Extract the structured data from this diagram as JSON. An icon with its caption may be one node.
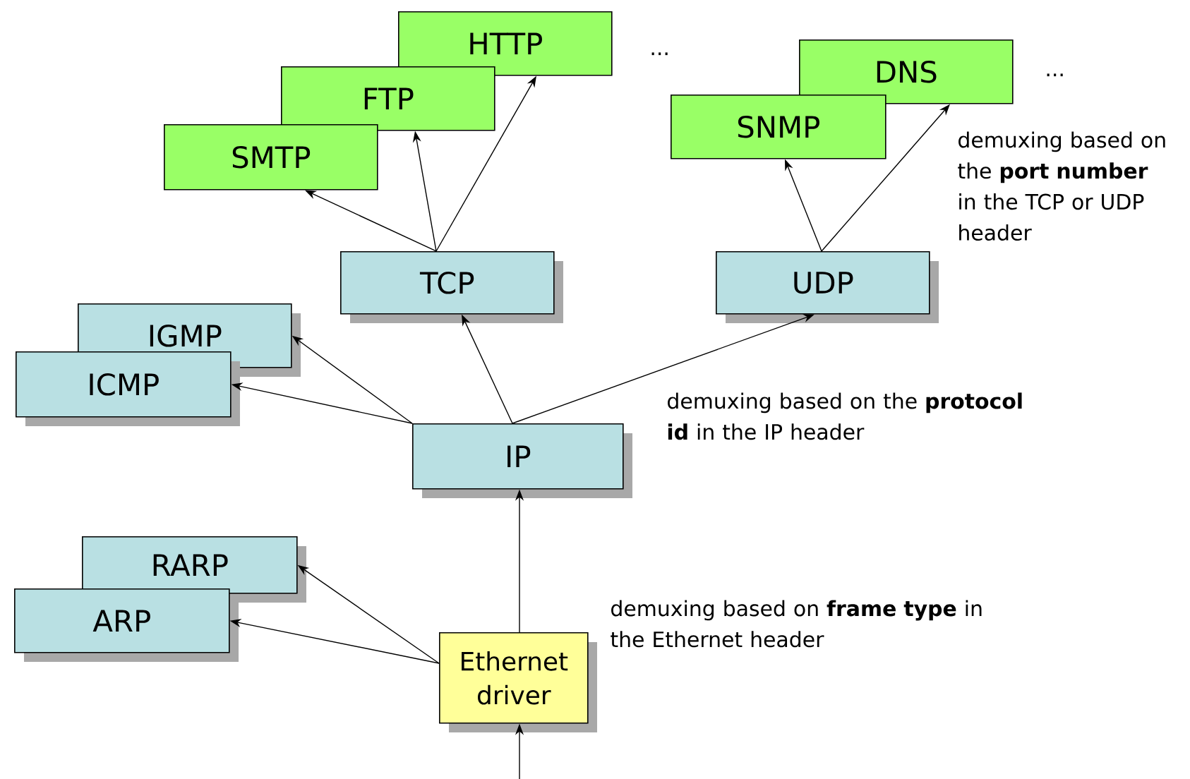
{
  "diagram": {
    "nodes": [
      {
        "text": [
          "HTTP"
        ]
      },
      {
        "text": [
          "FTP"
        ]
      },
      {
        "text": [
          "SMTP"
        ]
      },
      {
        "text": [
          "DNS"
        ]
      },
      {
        "text": [
          "SNMP"
        ]
      },
      {
        "text": [
          "TCP"
        ]
      },
      {
        "text": [
          "UDP"
        ]
      },
      {
        "text": [
          "IGMP"
        ]
      },
      {
        "text": [
          "ICMP"
        ]
      },
      {
        "text": [
          "IP"
        ]
      },
      {
        "text": [
          "RARP"
        ]
      },
      {
        "text": [
          "ARP"
        ]
      },
      {
        "text": [
          "Ethernet driver"
        ]
      }
    ],
    "edges": [
      {
        "from": 5,
        "to": 2,
        "arrow": "to"
      },
      {
        "from": 5,
        "to": 1,
        "arrow": "to"
      },
      {
        "from": 5,
        "to": 0,
        "arrow": "to"
      },
      {
        "from": 6,
        "to": 4,
        "arrow": "to"
      },
      {
        "from": 6,
        "to": 3,
        "arrow": "to"
      },
      {
        "from": 9,
        "to": 7,
        "arrow": "to"
      },
      {
        "from": 9,
        "to": 8,
        "arrow": "to"
      },
      {
        "from": 9,
        "to": 5,
        "arrow": "to"
      },
      {
        "from": 9,
        "to": 6,
        "arrow": "to"
      },
      {
        "from": 12,
        "to": 10,
        "arrow": "to"
      },
      {
        "from": 12,
        "to": 11,
        "arrow": "to"
      },
      {
        "from": 12,
        "to": 9,
        "arrow": "to"
      },
      {
        "from": null,
        "to": 12,
        "arrow": "to"
      }
    ],
    "labels": [
      "...",
      "...",
      "demuxing based on the **port number** in the TCP or UDP header",
      "demuxing based on the **protocol id** in the IP header",
      "demuxing based on **frame type** in the Ethernet header"
    ]
  }
}
